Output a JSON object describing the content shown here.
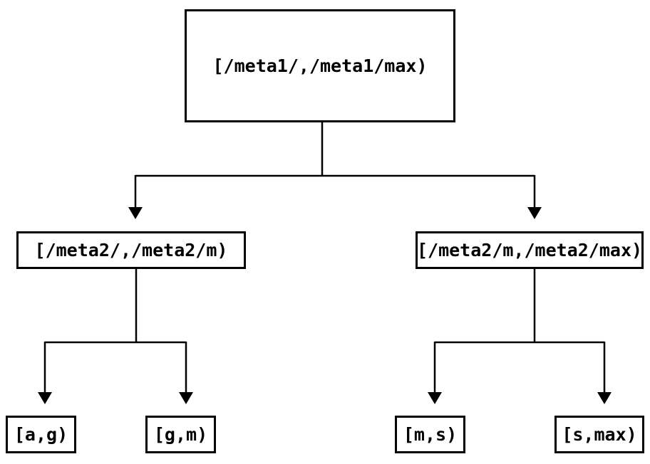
{
  "diagram": {
    "type": "tree",
    "background_color": "#ffffff",
    "line_color": "#000000",
    "nodes": {
      "root": {
        "label": "[/meta1/,/meta1/max)"
      },
      "left": {
        "label": "[/meta2/,/meta2/m)"
      },
      "right": {
        "label": "[/meta2/m,/meta2/max)"
      },
      "left_left": {
        "label": "[a,g)"
      },
      "left_right": {
        "label": "[g,m)"
      },
      "right_left": {
        "label": "[m,s)"
      },
      "right_right": {
        "label": "[s,max)"
      }
    },
    "edges": [
      {
        "from": "root",
        "to": "left"
      },
      {
        "from": "root",
        "to": "right"
      },
      {
        "from": "left",
        "to": "left_left"
      },
      {
        "from": "left",
        "to": "left_right"
      },
      {
        "from": "right",
        "to": "right_left"
      },
      {
        "from": "right",
        "to": "right_right"
      }
    ]
  }
}
